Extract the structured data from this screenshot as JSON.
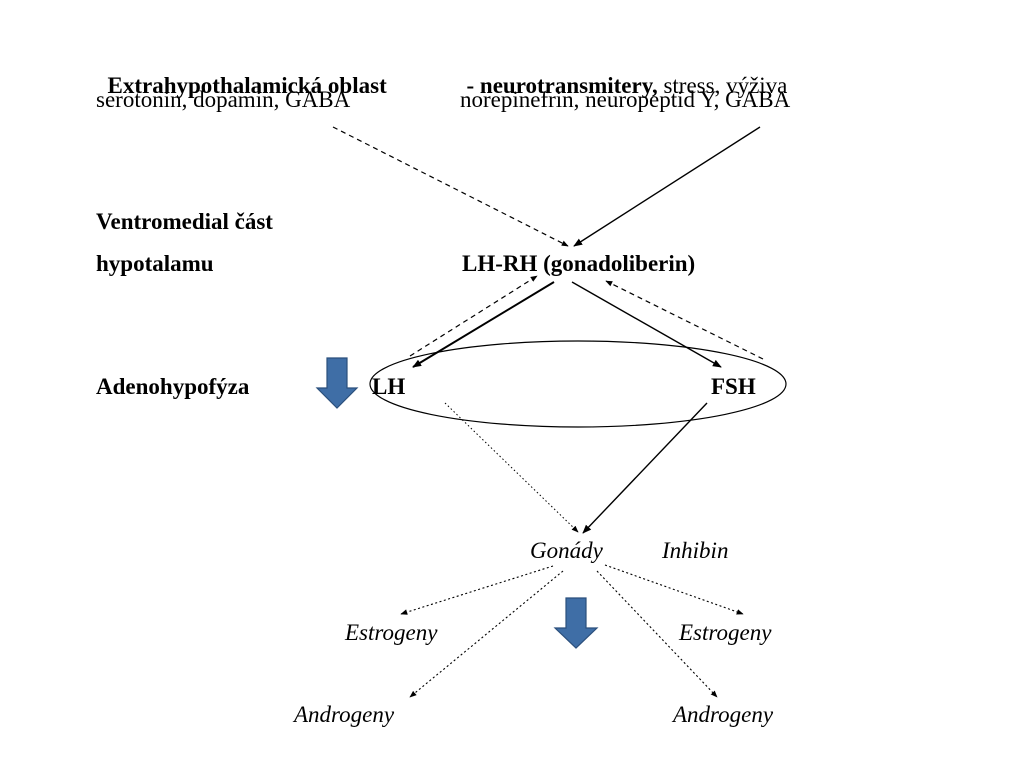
{
  "extrahypothalamic": {
    "heading": "Extrahypothalamická oblast",
    "neuro_label": "- neurotransmitery,",
    "neuro_extra": " stress, výživa",
    "left_transmitters": "serotonin, dopamin, GABA",
    "right_transmitters": "norepinefrin, neuropeptid Y, GABA"
  },
  "hypothalamus": {
    "line1": "Ventromedial část",
    "line2": "hypotalamu",
    "hormone": "LH-RH (gonadoliberin)"
  },
  "adenohypophysis": {
    "label": "Adenohypofýza",
    "lh": "LH",
    "fsh": "FSH"
  },
  "gonads": {
    "label": "Gonády",
    "inhibin": "Inhibin"
  },
  "products": {
    "estrogeny_left": "Estrogeny",
    "estrogeny_right": "Estrogeny",
    "androgeny_left": "Androgeny",
    "androgeny_right": "Androgeny"
  },
  "colors": {
    "block_arrow_fill": "#3f6ea6",
    "block_arrow_stroke": "#2b4f7c",
    "line": "#000000"
  }
}
